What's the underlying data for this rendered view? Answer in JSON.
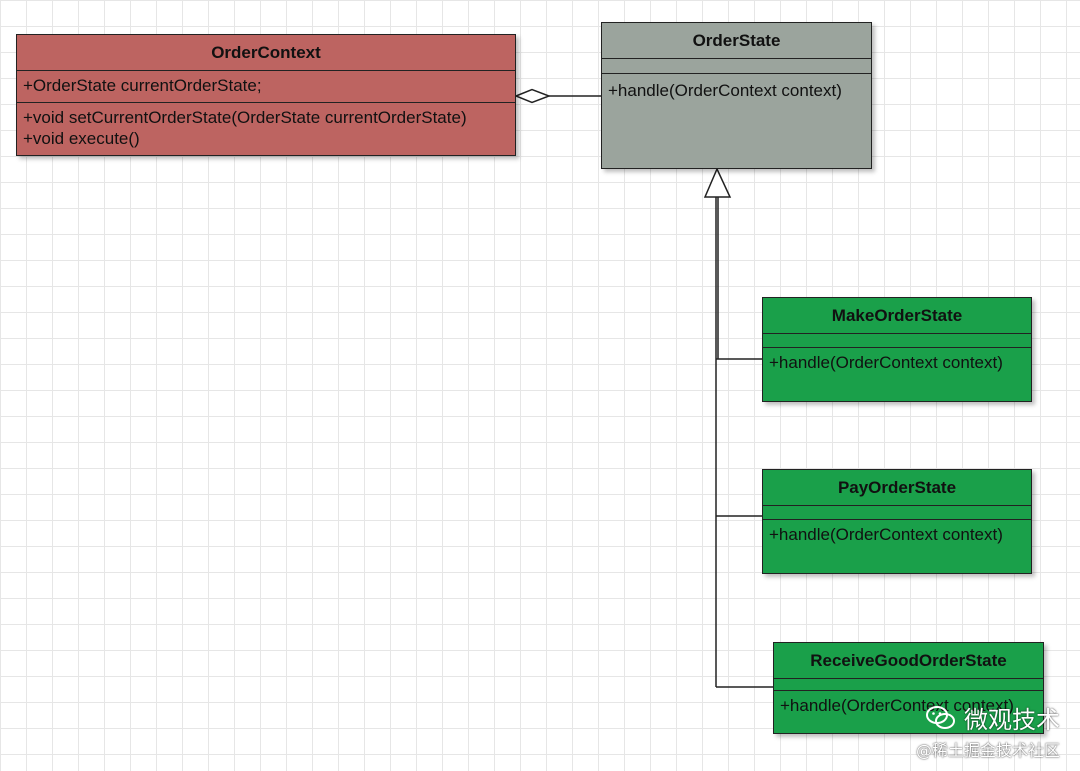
{
  "colors": {
    "context_fill": "#bd6461",
    "state_fill": "#9ba49d",
    "concrete_fill": "#1aa04a",
    "line": "#222222"
  },
  "classes": {
    "order_context": {
      "name": "OrderContext",
      "attributes": [
        "+OrderState currentOrderState;"
      ],
      "operations": [
        "+void setCurrentOrderState(OrderState currentOrderState)",
        "+void execute()"
      ]
    },
    "order_state": {
      "name": "OrderState",
      "attributes": [],
      "operations": [
        "+handle(OrderContext context)"
      ]
    },
    "make_order_state": {
      "name": "MakeOrderState",
      "attributes": [],
      "operations": [
        "+handle(OrderContext context)"
      ]
    },
    "pay_order_state": {
      "name": "PayOrderState",
      "attributes": [],
      "operations": [
        "+handle(OrderContext context)"
      ]
    },
    "receive_good_order_state": {
      "name": "ReceiveGoodOrderState",
      "attributes": [],
      "operations": [
        "+handle(OrderContext context)"
      ]
    }
  },
  "watermark": {
    "icon": "wechat-icon",
    "title": "微观技术",
    "subtitle": "@稀土掘金技术社区"
  }
}
